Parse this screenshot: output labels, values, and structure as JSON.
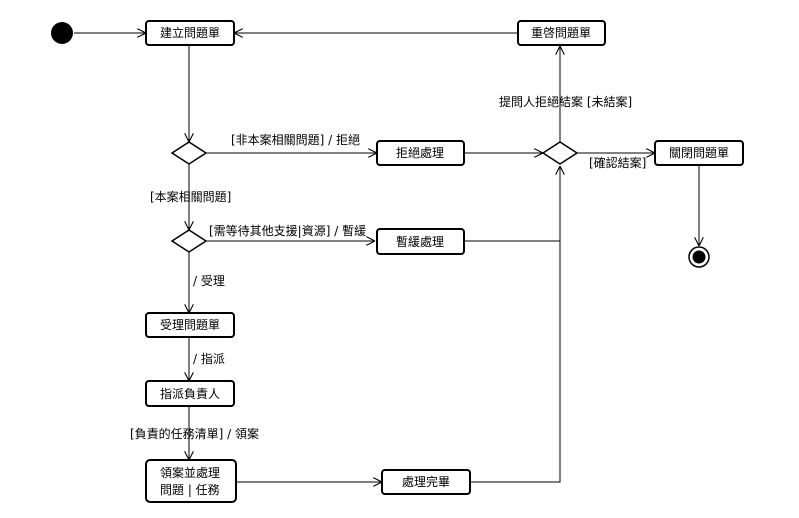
{
  "nodes": {
    "create": "建立問題單",
    "reopen": "重啓問題單",
    "reject": "拒絕處理",
    "close": "關閉問題單",
    "suspend": "暫緩處理",
    "accept": "受理問題單",
    "assign": "指派負責人",
    "process_line1": "領案並處理",
    "process_line2": "問題 | 任務",
    "done": "處理完畢"
  },
  "labels": {
    "reject_guard": "[非本案相關問題] / 拒絕",
    "related_guard": "[本案相關問題]",
    "suspend_guard": "[需等待其他支援|資源] / 暫緩",
    "accept_action": "/ 受理",
    "assign_action": "/ 指派",
    "claim_guard": "[負責的任務清單] / 領案",
    "reopen_guard": "提問人拒絕結案 [未結案]",
    "confirm_guard": "[確認結案]"
  }
}
